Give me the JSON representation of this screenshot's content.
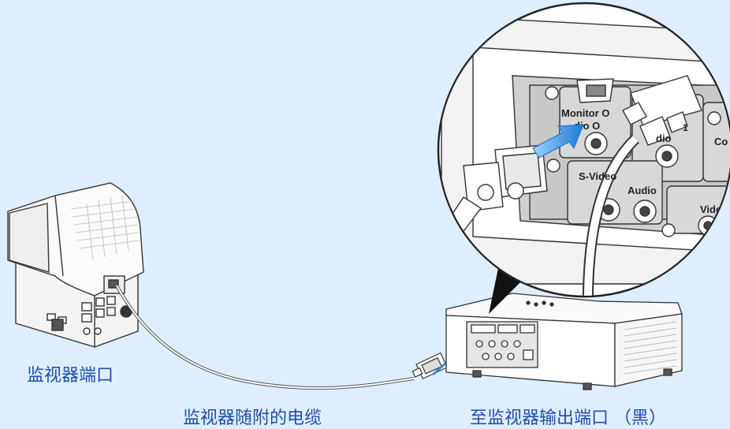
{
  "captions": {
    "monitor_port": "监视器端口",
    "cable": "监视器随附的电缆",
    "projector_output": "至监视器输出端口 （黑）"
  },
  "panel_labels": {
    "monitor_out": "Monitor O",
    "audio_out": "dio O",
    "audio": "Audio",
    "audio_small": "dio",
    "s_video": "S-Video",
    "video": "Vide",
    "computer": "Co",
    "num": "1"
  },
  "colors": {
    "background": "#dfeeff",
    "arrow": "#2f8de0",
    "caption": "#1f4ea8"
  },
  "icons": [
    "monitor-crt-icon",
    "projector-icon",
    "vga-connector-icon",
    "arrow-icon"
  ]
}
